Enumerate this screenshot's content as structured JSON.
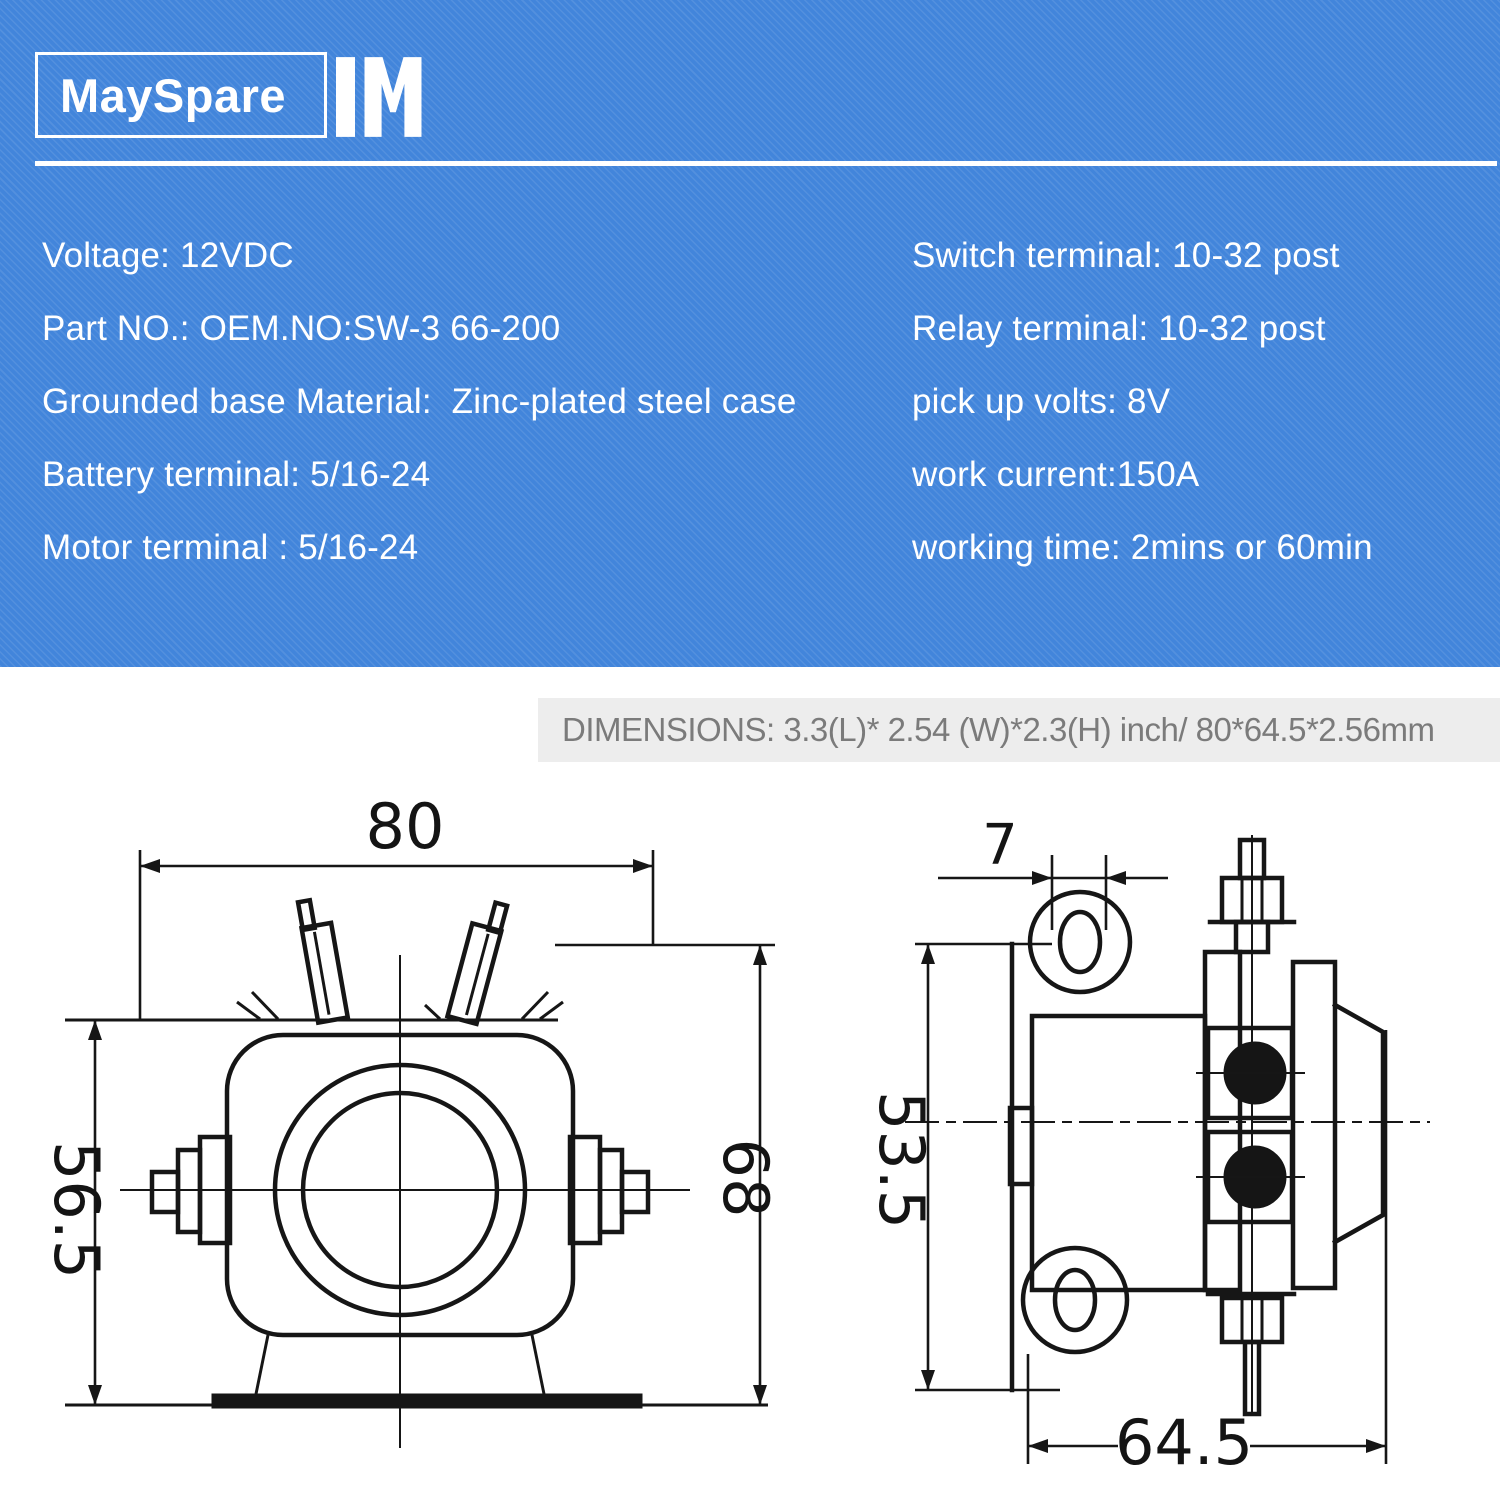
{
  "banner": {
    "bg_color": "#4285DB",
    "logo_text": "MaySpare",
    "logo_mark": "bar-M-monogram",
    "specs_left": [
      "Voltage: 12VDC",
      "Part NO.: OEM.NO:SW-3 66-200",
      "Grounded base Material:  Zinc-plated steel case",
      "Battery terminal: 5/16-24",
      "Motor terminal : 5/16-24"
    ],
    "specs_right": [
      "Switch terminal: 10-32 post",
      "Relay terminal: 10-32 post",
      "pick up volts: 8V",
      "work current:150A",
      "working time: 2mins or 60min"
    ]
  },
  "dimensions_bar": {
    "text": "DIMENSIONS: 3.3(L)* 2.54 (W)*2.3(H) inch/ 80*64.5*2.56mm",
    "bg_color": "#EDEDED",
    "text_color": "#7B7B7B"
  },
  "drawings": {
    "front_view": {
      "width": "80",
      "height_left": "56.5",
      "height_right": "68"
    },
    "side_view": {
      "tab": "7",
      "height": "53.5",
      "width": "64.5"
    }
  }
}
